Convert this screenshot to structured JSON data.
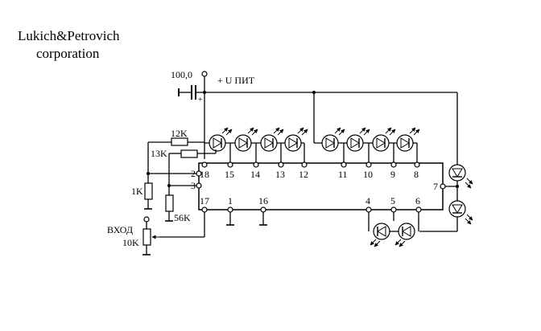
{
  "title": {
    "line1": "Lukich&Petrovich",
    "line2": "corporation"
  },
  "power": {
    "capacitor_label": "100,0",
    "supply_label": "+ U ПИТ",
    "plus_sign": "+"
  },
  "resistors": {
    "r12k": "12K",
    "r13k": "13K",
    "r1k": "1K",
    "r56k": "56K",
    "pot_label": "10K"
  },
  "input_label": "ВХОД",
  "pins": {
    "p2": "2",
    "p3": "3",
    "p18": "18",
    "p15": "15",
    "p14": "14",
    "p13": "13",
    "p12": "12",
    "p11": "11",
    "p10": "10",
    "p9": "9",
    "p8": "8",
    "p7": "7",
    "p17": "17",
    "p1": "1",
    "p16": "16",
    "p4": "4",
    "p5": "5",
    "p6": "6"
  }
}
